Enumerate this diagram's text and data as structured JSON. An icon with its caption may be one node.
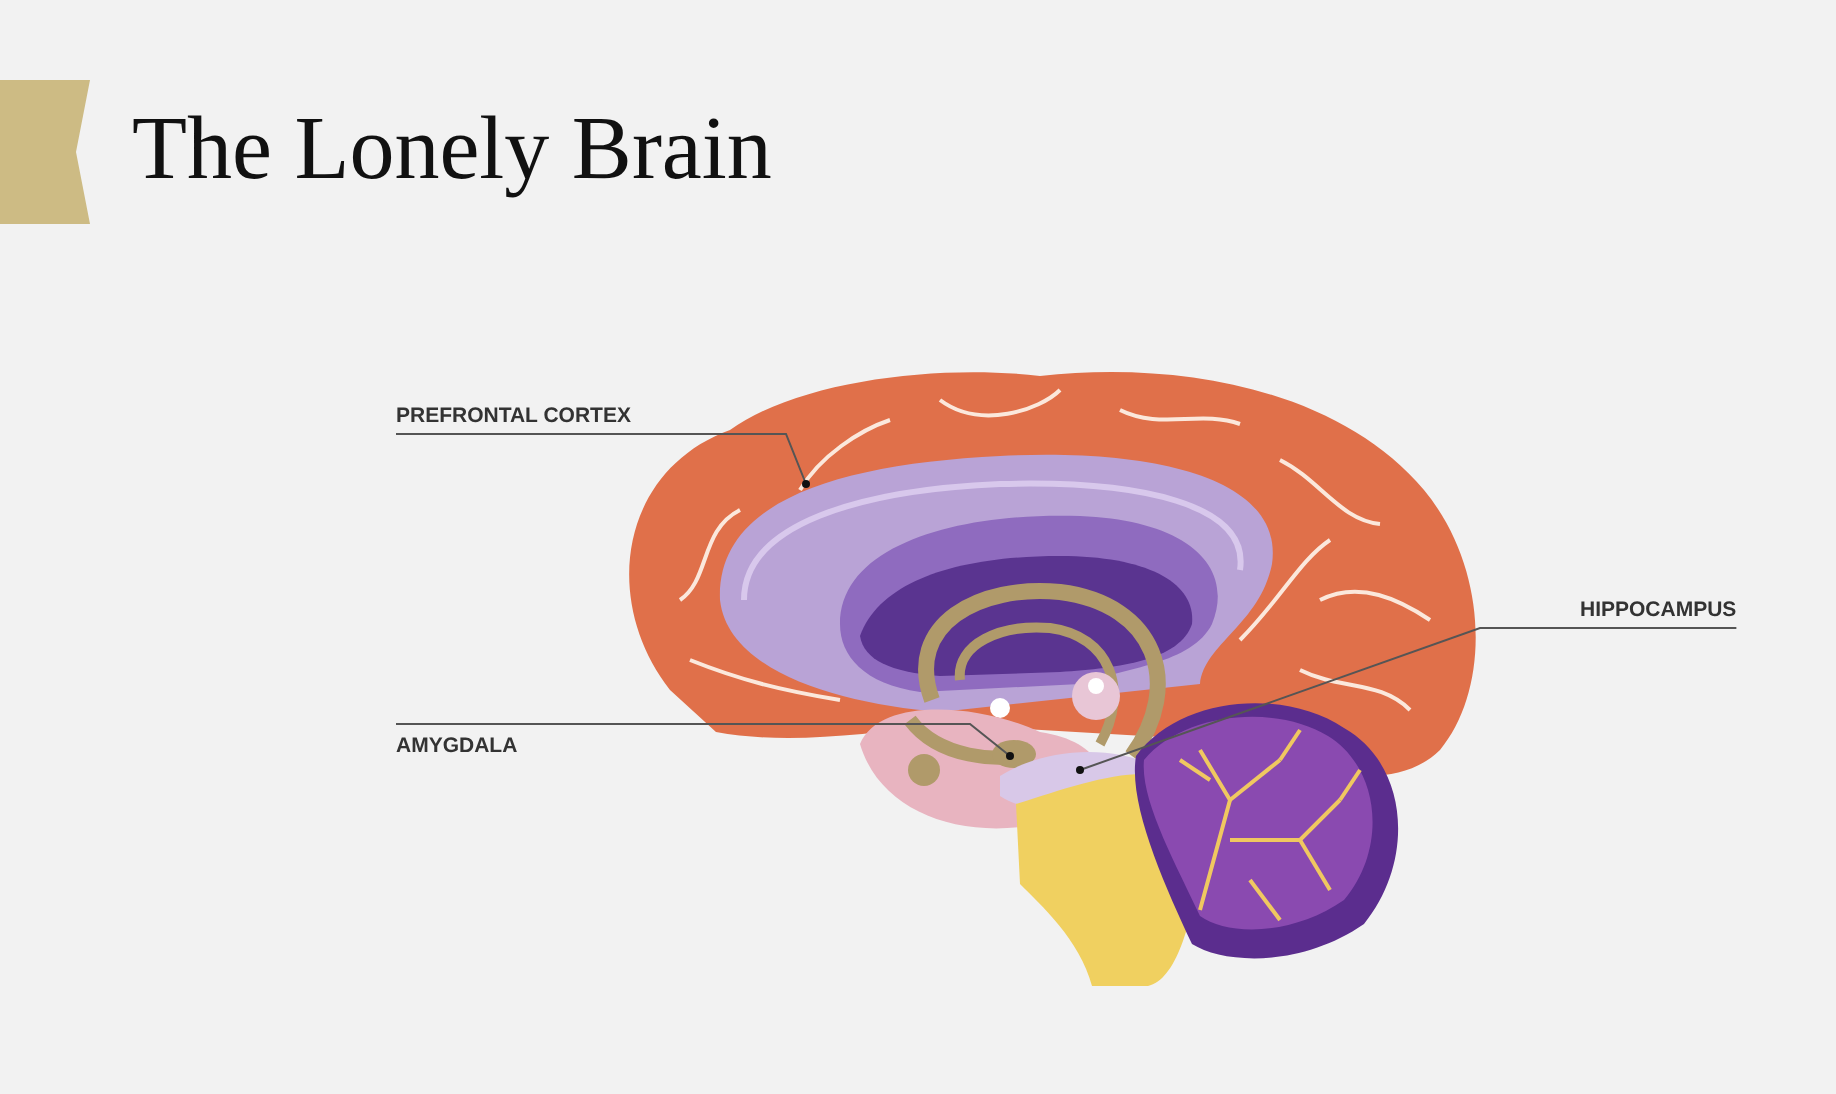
{
  "diagram": {
    "title": "The Lonely Brain",
    "nodes": [
      {
        "text": [
          "PREFRONTAL CORTEX"
        ]
      },
      {
        "text": [
          "AMYGDALA"
        ]
      },
      {
        "text": [
          "HIPPOCAMPUS"
        ]
      }
    ],
    "edges": [
      {
        "from": 0,
        "to": null,
        "arrow": "other"
      },
      {
        "from": 1,
        "to": null,
        "arrow": "other"
      },
      {
        "from": 2,
        "to": null,
        "arrow": "other"
      }
    ]
  }
}
